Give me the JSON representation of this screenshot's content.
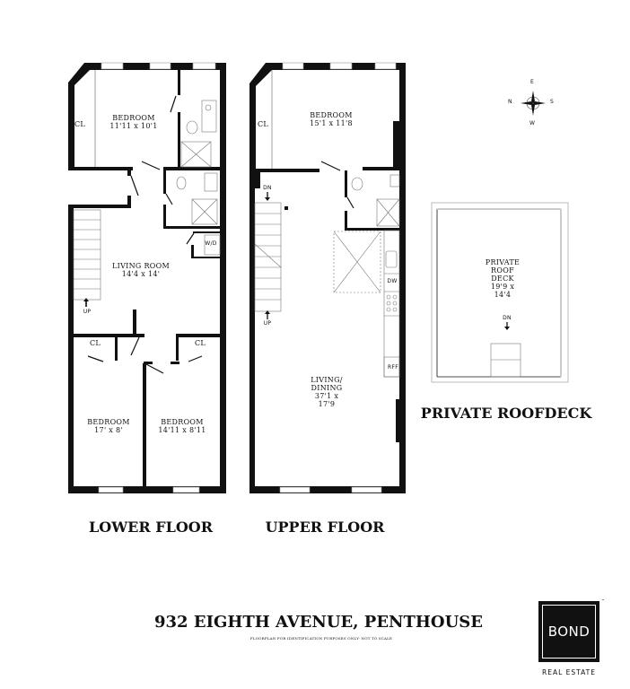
{
  "lower_floor": {
    "label": "LOWER FLOOR",
    "rooms": [
      {
        "name": "BEDROOM",
        "size": "11'11 x 10'1"
      },
      {
        "name": "LIVING ROOM",
        "size": "14'4 x 14'"
      },
      {
        "name": "BEDROOM",
        "size": "17' x 8'"
      },
      {
        "name": "BEDROOM",
        "size": "14'11 x 8'11"
      }
    ],
    "closet": "CL",
    "washer_dryer": "W/D",
    "stairs_up": "UP"
  },
  "upper_floor": {
    "label": "UPPER FLOOR",
    "rooms": [
      {
        "name": "BEDROOM",
        "size": "15'1 x 11'8"
      },
      {
        "name": "LIVING/ DINING",
        "size": "37'1 x 17'9"
      }
    ],
    "closet": "CL",
    "dishwasher": "DW",
    "refrigerator": "RFF",
    "stairs_down": "DN",
    "stairs_up": "UP"
  },
  "roof_deck": {
    "label": "PRIVATE ROOFDECK",
    "room": {
      "name": "PRIVATE ROOF DECK",
      "size": "19'9 x 14'4"
    },
    "stairs_down": "DN"
  },
  "compass": {
    "top": "E",
    "left": "N",
    "right": "S",
    "bottom": "W"
  },
  "footer": {
    "title": "932 EIGHTH AVENUE, PENTHOUSE",
    "disclaimer": "FLOORPLAN FOR IDENTIFICATION PURPOSES ONLY- NOT TO SCALE"
  },
  "logo": {
    "brand": "BOND",
    "trademark": "™",
    "subtitle": "REAL ESTATE"
  }
}
